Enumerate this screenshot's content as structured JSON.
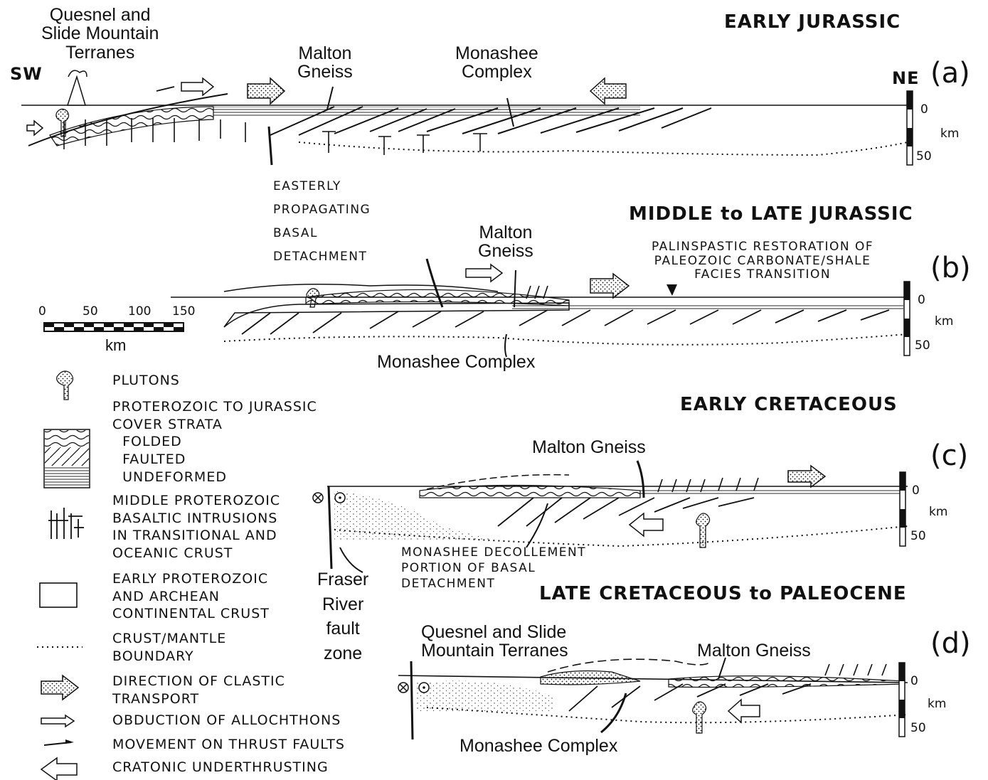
{
  "panels": {
    "a": {
      "letter": "(a)",
      "stage": "EARLY JURASSIC",
      "sw": "SW",
      "ne": "NE",
      "terranes": "Quesnel and\nSlide Mountain\nTerranes",
      "malton": "Malton\nGneiss",
      "monashee": "Monashee\nComplex",
      "detachment": "EASTERLY\nPROPAGATING\nBASAL\nDETACHMENT",
      "depth_top": "0",
      "depth_unit": "km",
      "depth_bottom": "50"
    },
    "b": {
      "letter": "(b)",
      "stage": "MIDDLE to LATE JURASSIC",
      "malton": "Malton\nGneiss",
      "palinspastic": "PALINSPASTIC RESTORATION OF\nPALEOZOIC CARBONATE/SHALE\nFACIES TRANSITION",
      "monashee": "Monashee Complex",
      "depth_top": "0",
      "depth_unit": "km",
      "depth_bottom": "50"
    },
    "c": {
      "letter": "(c)",
      "stage": "EARLY CRETACEOUS",
      "malton": "Malton Gneiss",
      "decollement": "MONASHEE DECOLLEMENT\nPORTION OF BASAL\nDETACHMENT",
      "fraser": "Fraser\nRiver\nfault\nzone",
      "depth_top": "0",
      "depth_unit": "km",
      "depth_bottom": "50"
    },
    "d": {
      "letter": "(d)",
      "stage": "LATE CRETACEOUS to PALEOCENE",
      "terranes": "Quesnel and Slide\nMountain Terranes",
      "malton": "Malton Gneiss",
      "monashee": "Monashee Complex",
      "depth_top": "0",
      "depth_unit": "km",
      "depth_bottom": "50"
    }
  },
  "scale_bar": {
    "ticks": [
      "0",
      "50",
      "100",
      "150"
    ],
    "unit": "km"
  },
  "legend": [
    {
      "icon": "pluton-icon",
      "text": "PLUTONS"
    },
    {
      "icon": "cover-strata-icon",
      "text": "PROTEROZOIC TO JURASSIC\nCOVER STRATA\n  FOLDED\n  FAULTED\n  UNDEFORMED"
    },
    {
      "icon": "basaltic-intrusion-icon",
      "text": "MIDDLE PROTEROZOIC\nBASALTIC INTRUSIONS\nIN TRANSITIONAL AND\nOCEANIC CRUST"
    },
    {
      "icon": "continental-crust-icon",
      "text": "EARLY PROTEROZOIC\nAND ARCHEAN\nCONTINENTAL CRUST"
    },
    {
      "icon": "dotted-line-icon",
      "text": "CRUST/MANTLE\nBOUNDARY"
    },
    {
      "icon": "stippled-arrow-icon",
      "text": "DIRECTION OF CLASTIC\nTRANSPORT"
    },
    {
      "icon": "thin-open-arrow-icon",
      "text": "OBDUCTION OF ALLOCHTHONS"
    },
    {
      "icon": "half-arrow-icon",
      "text": "MOVEMENT ON THRUST FAULTS"
    },
    {
      "icon": "open-arrow-icon",
      "text": "CRATONIC UNDERTHRUSTING"
    }
  ],
  "colors": {
    "ink": "#111111",
    "paper": "#ffffff"
  }
}
